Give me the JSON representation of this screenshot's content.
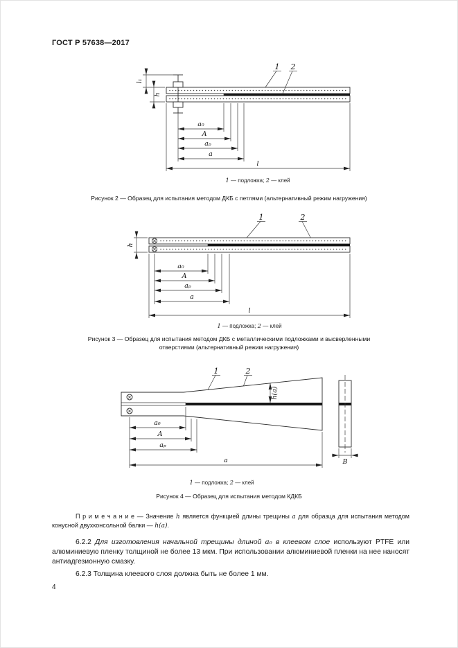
{
  "header": {
    "title": "ГОСТ Р 57638—2017"
  },
  "page_number": "4",
  "callouts": {
    "one": "1",
    "two": "2"
  },
  "dims": {
    "a0": "a₀",
    "A": "A",
    "ap": "aₚ",
    "a": "a",
    "l": "l",
    "l1": "l₁",
    "h": "h",
    "ha": "h(a)",
    "B": "B"
  },
  "legend": {
    "n1": "1",
    "t1": " — подложка; ",
    "n2": "2",
    "t2": " — клей"
  },
  "fig2": {
    "caption": "Рисунок 2 — Образец для испытания методом ДКБ с петлями (альтернативный режим нагружения)"
  },
  "fig3": {
    "caption1": "Рисунок 3 — Образец для испытания методом ДКБ с металлическими подложками и высверленными",
    "caption2": "отверстиями (альтернативный режим нагружения)"
  },
  "fig4": {
    "caption": "Рисунок 4 — Образец для испытания методом КДКБ"
  },
  "note": {
    "label": "П р и м е ч а н и е",
    "sep": " — ",
    "t1": "Значение ",
    "v1": "h",
    "t2": " является функцией длины трещины ",
    "v2": "a",
    "t3": " для образца для испытания методом конусной двухконсольной балки — ",
    "v3": "h(a)",
    "t4": "."
  },
  "p622": {
    "num": "6.2.2",
    "t1": " Для изготовления начальной трещины длиной ",
    "v1": "a₀",
    "t2": " в клеевом слое ",
    "t3": "используют PTFE или алюминиевую пленку толщиной не более 13 мкм. При использовании алюминиевой пленки на нее наносят антиадгезионную смазку."
  },
  "p623": {
    "num": "6.2.3",
    "t1": " Толщина клеевого слоя должна быть не более 1 мм."
  }
}
